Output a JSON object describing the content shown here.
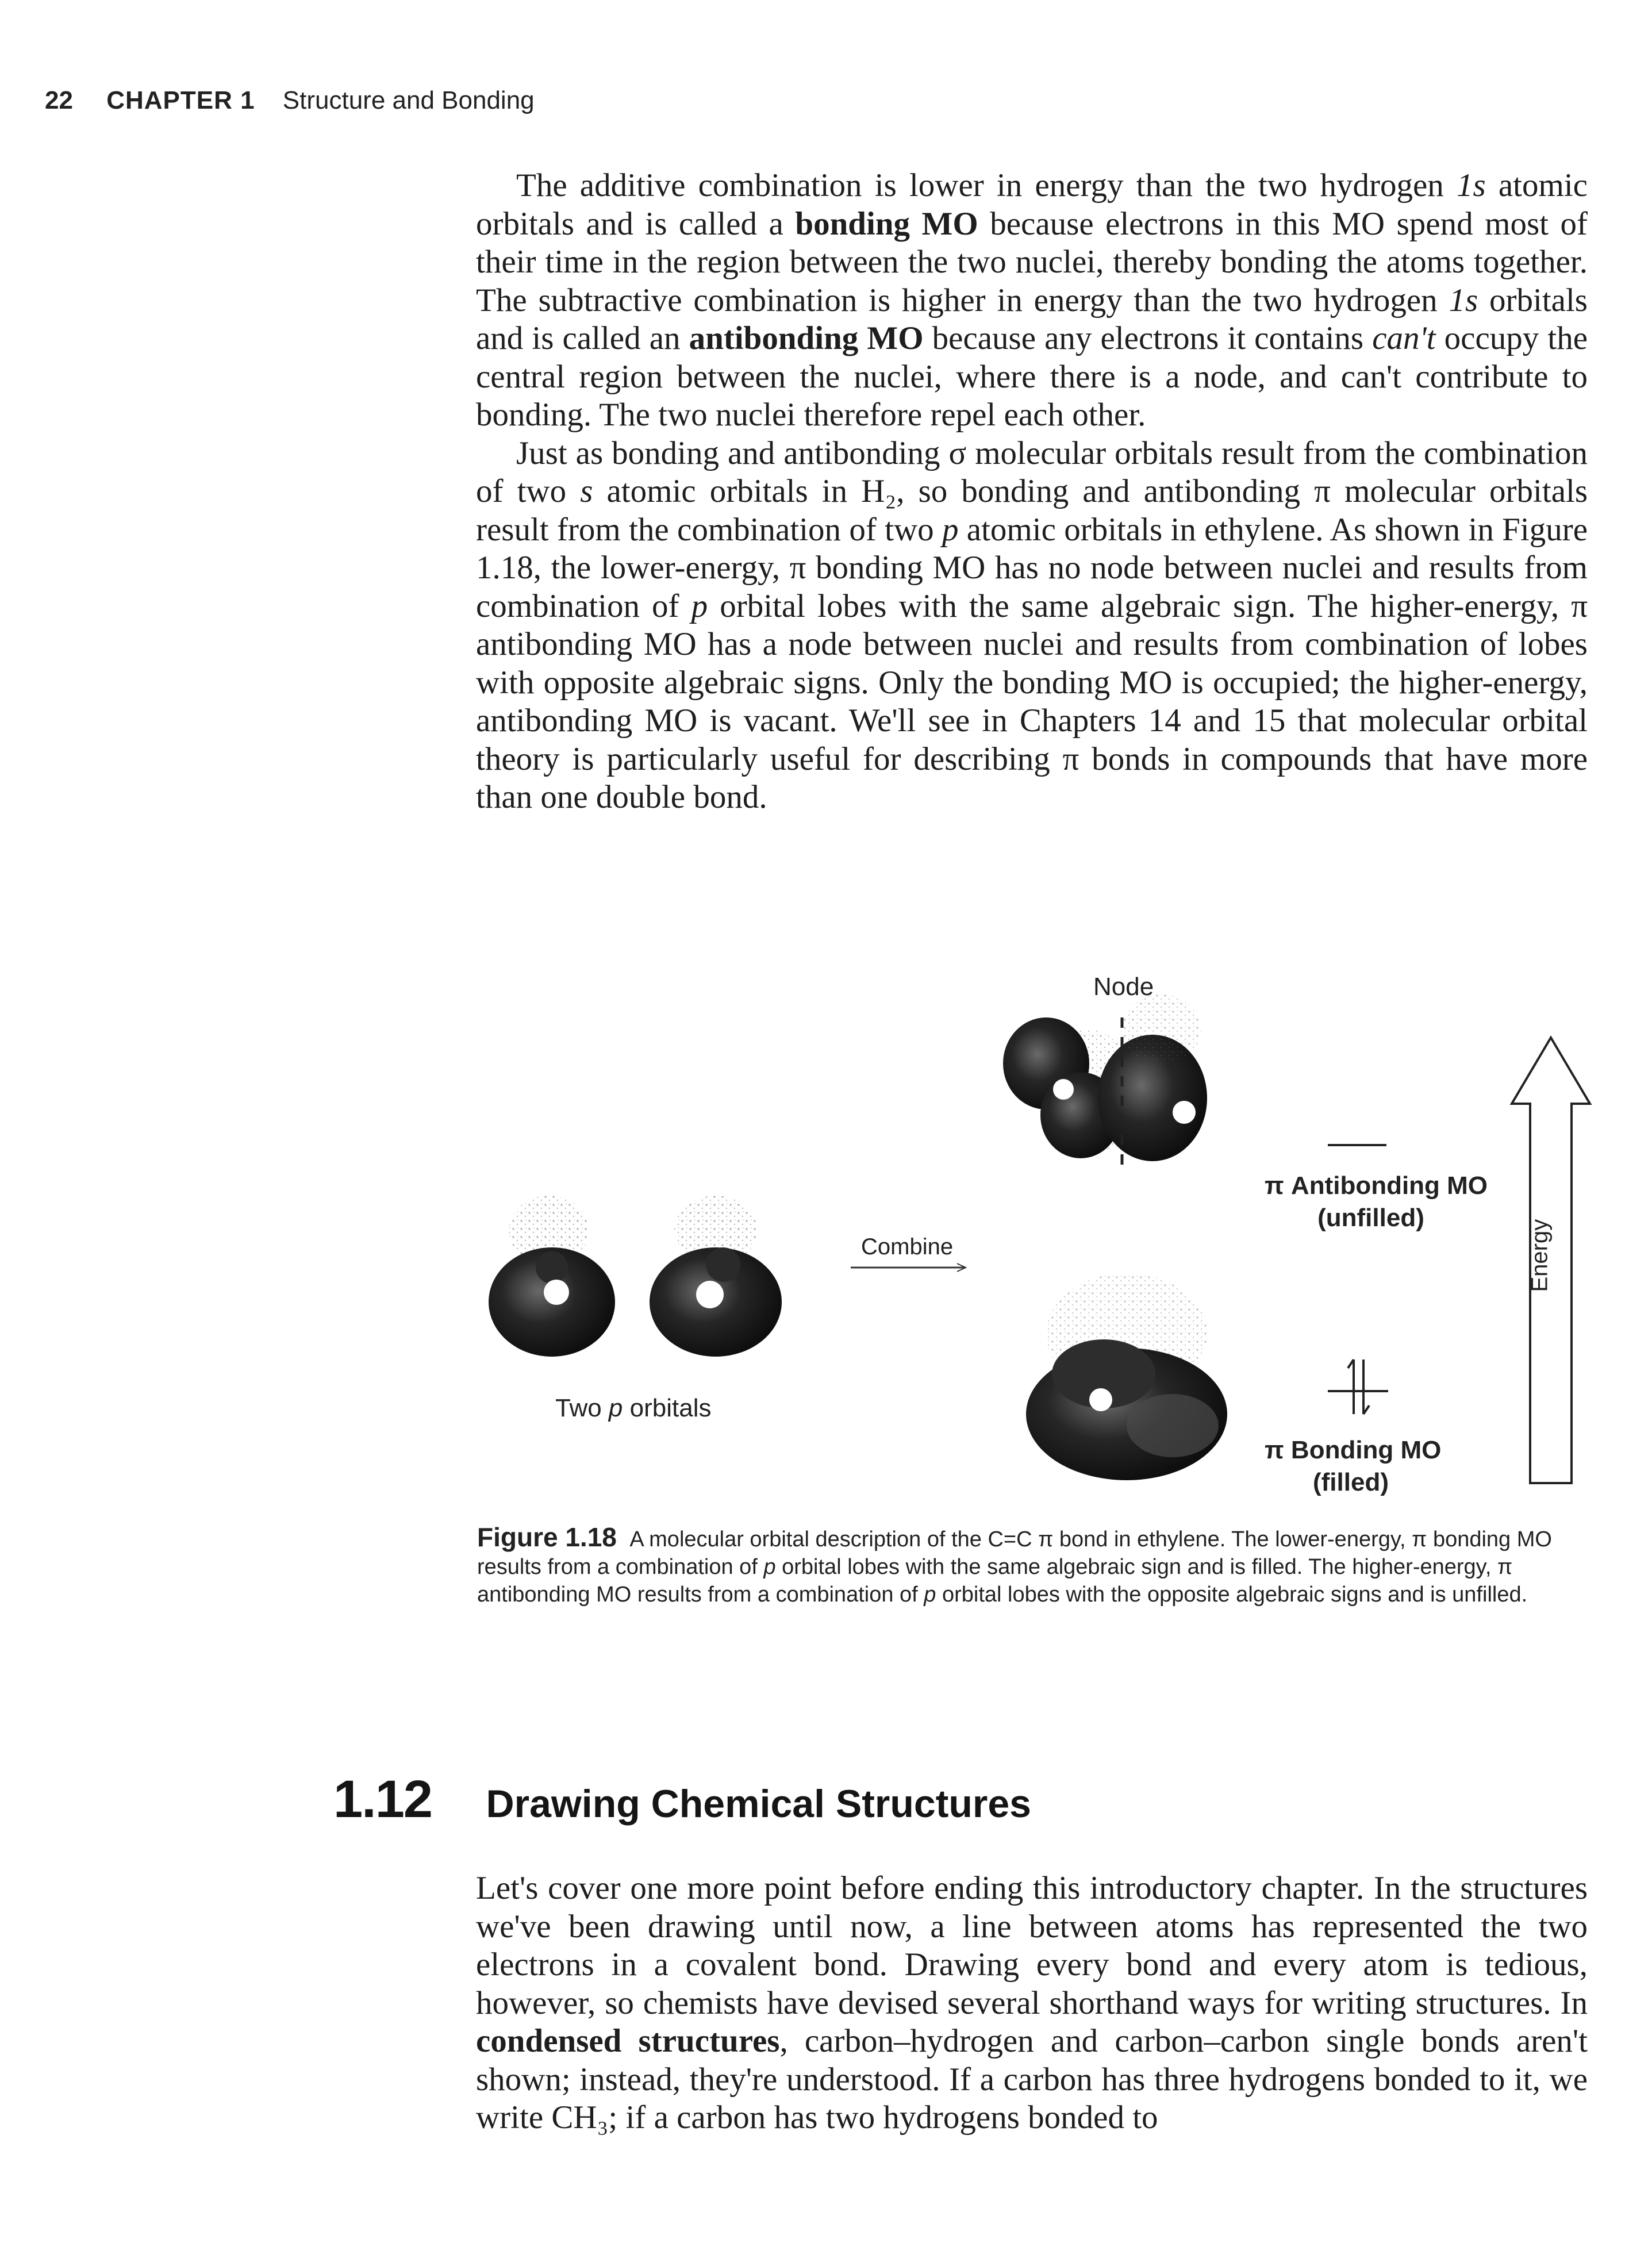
{
  "header": {
    "page_number": "22",
    "chapter": "CHAPTER 1",
    "chapter_title": "Structure and Bonding"
  },
  "paragraphs_top": [
    [
      {
        "t": "The additive combination is lower in energy than the two hydrogen "
      },
      {
        "t": "1s",
        "s": "i"
      },
      {
        "t": " atomic orbitals and is called a "
      },
      {
        "t": "bonding MO",
        "s": "b"
      },
      {
        "t": " because electrons in this MO spend most of their time in the region between the two nuclei, thereby bonding the atoms together. The subtractive combination is higher in energy than the two hydrogen "
      },
      {
        "t": "1s",
        "s": "i"
      },
      {
        "t": " orbitals and is called an "
      },
      {
        "t": "antibonding MO",
        "s": "b"
      },
      {
        "t": " because any electrons it contains "
      },
      {
        "t": "can't",
        "s": "i"
      },
      {
        "t": " occupy the central region between the nuclei, where there is a node, and can't contribute to bonding. The two nuclei therefore repel each other."
      }
    ],
    [
      {
        "t": "Just as bonding and antibonding σ molecular orbitals result from the combination of two "
      },
      {
        "t": "s",
        "s": "i"
      },
      {
        "t": " atomic orbitals in H₂, so bonding and antibonding π molecular orbitals result from the combination of two "
      },
      {
        "t": "p",
        "s": "i"
      },
      {
        "t": " atomic orbitals in ethylene. As shown in Figure 1.18, the lower-energy, π bonding MO has no node between nuclei and results from combination of "
      },
      {
        "t": "p",
        "s": "i"
      },
      {
        "t": " orbital lobes with the same algebraic sign. The higher-energy, π antibonding MO has a node between nuclei and results from combination of lobes with opposite algebraic signs. Only the bonding MO is occupied; the higher-energy, antibonding MO is vacant. We'll see in Chapters 14 and 15 that molecular orbital theory is particularly useful for describing π bonds in compounds that have more than one double bond."
      }
    ]
  ],
  "figure": {
    "labels": {
      "node": "Node",
      "combine": "Combine",
      "two_p_orbitals_pre": "Two ",
      "two_p_orbitals_p": "p",
      "two_p_orbitals_post": " orbitals",
      "antibonding_line1": "π Antibonding MO",
      "antibonding_line2": "(unfilled)",
      "bonding_line1": "π Bonding MO",
      "bonding_line2": "(filled)",
      "energy": "Energy"
    }
  },
  "caption": {
    "figure_number": "Figure 1.18",
    "text": [
      {
        "t": "A molecular orbital description of the C=C π bond in ethylene. The lower-energy, π bonding MO results from a combination of "
      },
      {
        "t": "p",
        "s": "i"
      },
      {
        "t": " orbital lobes with the same algebraic sign and is filled. The higher-energy, π antibonding MO results from a combination of "
      },
      {
        "t": "p",
        "s": "i"
      },
      {
        "t": " orbital lobes with the opposite algebraic signs and is unfilled."
      }
    ]
  },
  "section": {
    "number": "1.12",
    "title": "Drawing Chemical Structures"
  },
  "paragraphs_bottom": [
    [
      {
        "t": "Let's cover one more point before ending this introductory chapter. In the structures we've been drawing until now, a line between atoms has represented the two electrons in a covalent bond. Drawing every bond and every atom is tedious, however, so chemists have devised several shorthand ways for writing structures. In "
      },
      {
        "t": "condensed structures",
        "s": "b"
      },
      {
        "t": ", carbon–hydrogen and carbon–carbon single bonds aren't shown; instead, they're understood. If a carbon has three hydrogens bonded to it, we write CH₃; if a carbon has two hydrogens bonded to"
      }
    ]
  ]
}
